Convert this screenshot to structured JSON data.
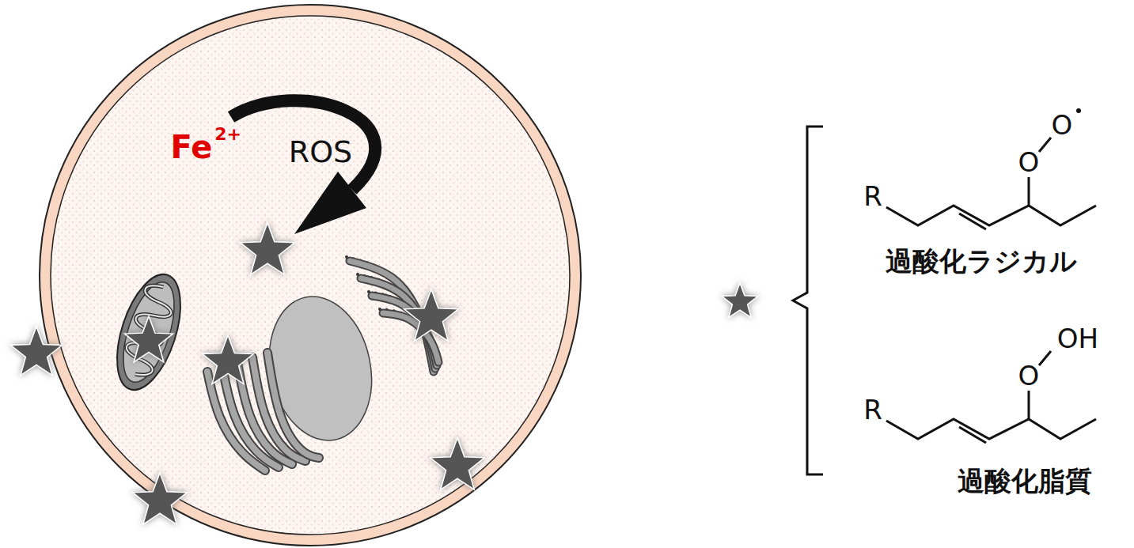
{
  "diagram": {
    "labels": [
      "Fe",
      "2+",
      "ROS",
      "O",
      "O",
      "R",
      "過酸化ラジカル",
      "O",
      "OH",
      "R",
      "過酸化脂質"
    ]
  }
}
